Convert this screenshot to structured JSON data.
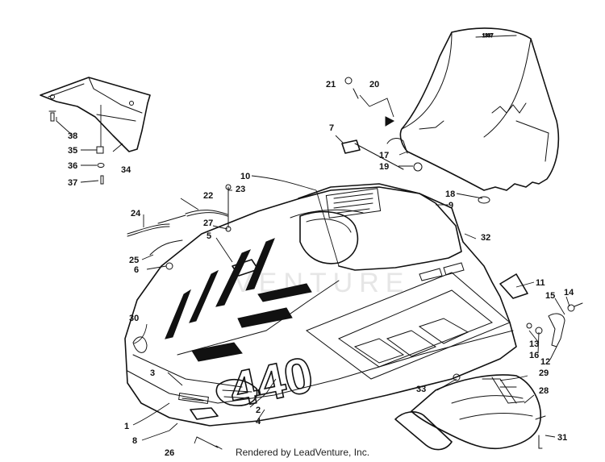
{
  "diagram": {
    "footer": "Rendered by LeadVenture, Inc.",
    "watermark": "VENTURE",
    "model_decal": "440",
    "callouts": [
      "1",
      "2",
      "3",
      "4",
      "5",
      "6",
      "7",
      "8",
      "9",
      "10",
      "11",
      "12",
      "13",
      "14",
      "15",
      "16",
      "17",
      "18",
      "19",
      "20",
      "21",
      "22",
      "23",
      "24",
      "25",
      "26",
      "27",
      "28",
      "29",
      "30",
      "31",
      "32",
      "33",
      "34",
      "35",
      "36",
      "37",
      "38"
    ]
  }
}
